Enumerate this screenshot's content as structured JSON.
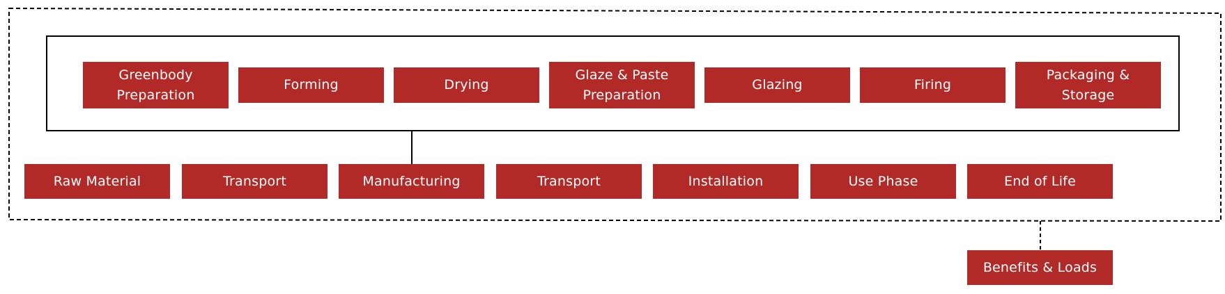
{
  "diagram": {
    "colors": {
      "box_fill": "#b22a27",
      "box_text": "#ffffff",
      "line": "#000000"
    },
    "manufacturing_steps": [
      {
        "label": "Greenbody\nPreparation"
      },
      {
        "label": "Forming"
      },
      {
        "label": "Drying"
      },
      {
        "label": "Glaze & Paste\nPreparation"
      },
      {
        "label": "Glazing"
      },
      {
        "label": "Firing"
      },
      {
        "label": "Packaging &\nStorage"
      }
    ],
    "life_cycle_stages": [
      {
        "label": "Raw Material"
      },
      {
        "label": "Transport"
      },
      {
        "label": "Manufacturing"
      },
      {
        "label": "Transport"
      },
      {
        "label": "Installation"
      },
      {
        "label": "Use Phase"
      },
      {
        "label": "End of Life"
      }
    ],
    "beyond_boundary": {
      "label": "Benefits & Loads"
    }
  }
}
